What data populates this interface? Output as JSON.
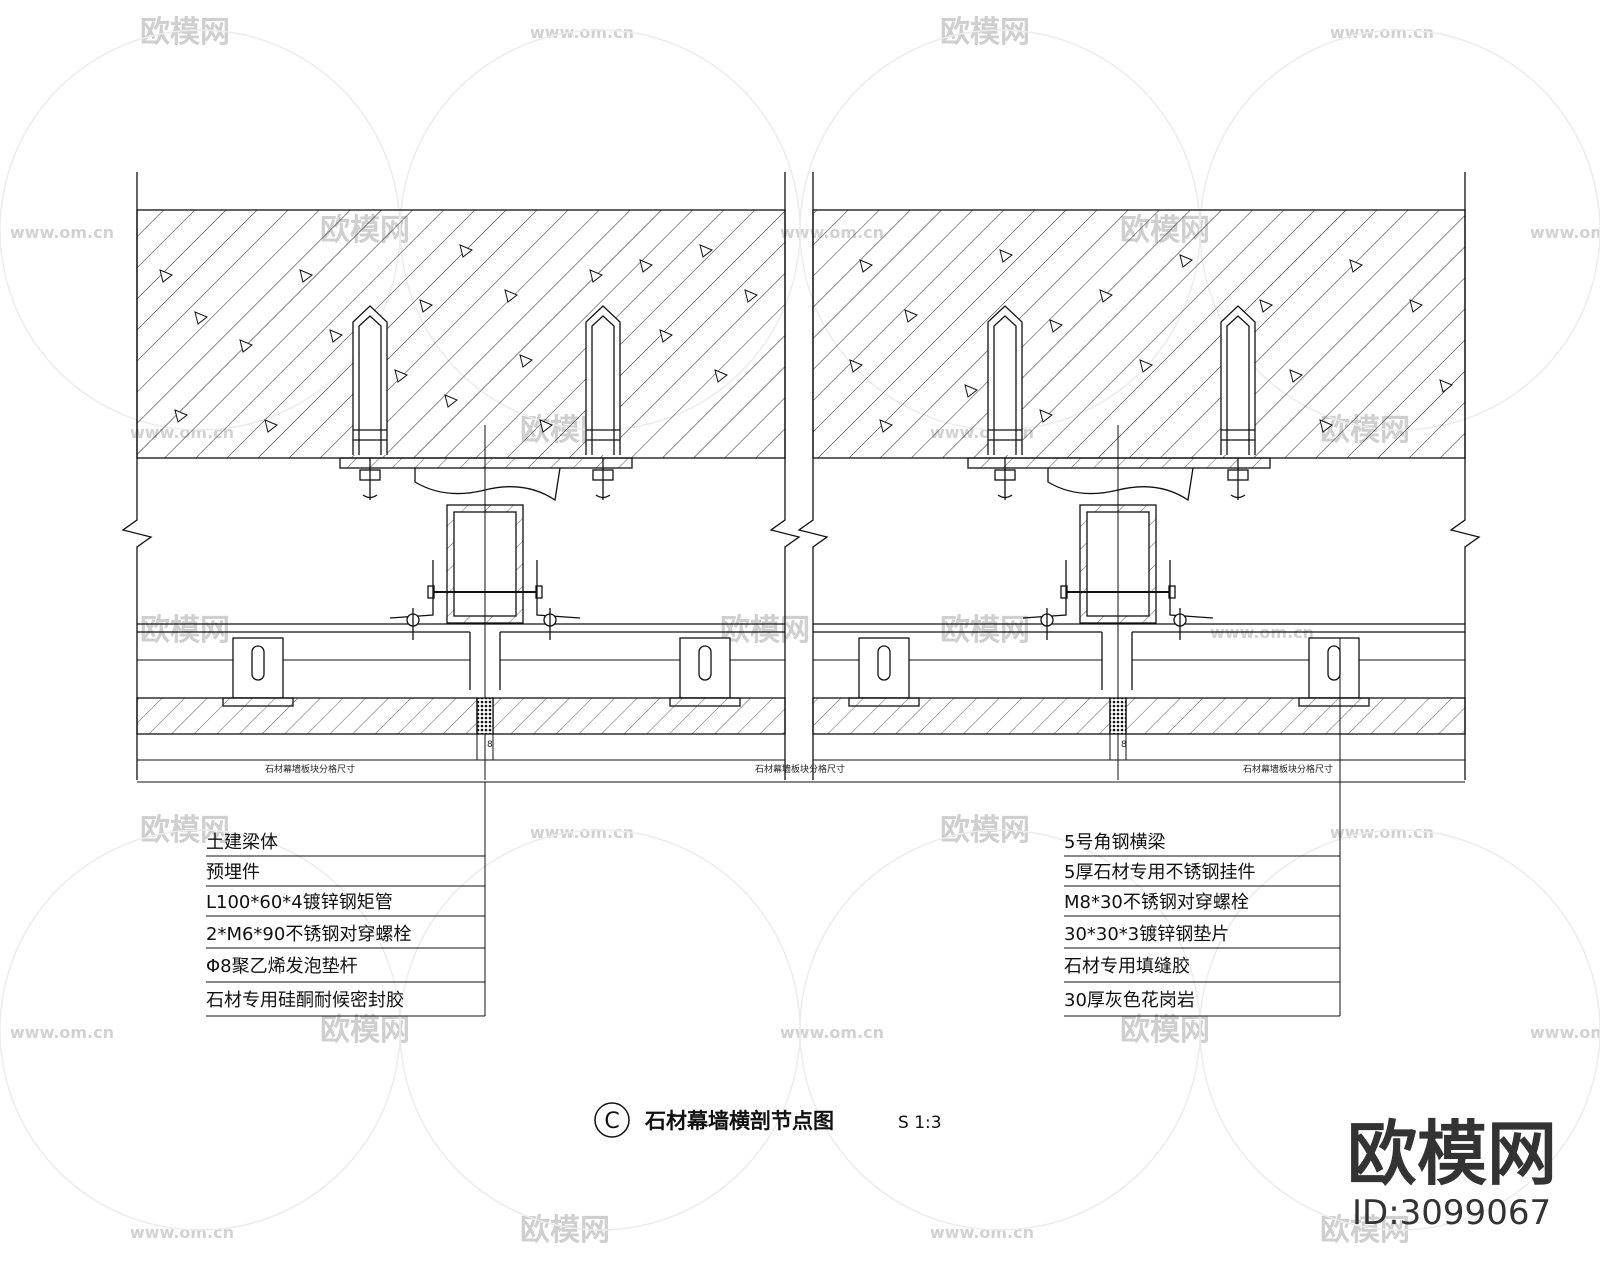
{
  "title": {
    "marker": "C",
    "text": "石材幕墙横剖节点图",
    "scale": "S 1:3"
  },
  "dimensions": {
    "gap": "8",
    "panel_labels": [
      "石材幕墙板块分格尺寸",
      "石材幕墙板块分格尺寸",
      "石材幕墙板块分格尺寸"
    ]
  },
  "legend_left": [
    "土建梁体",
    "预埋件",
    "L100*60*4镀锌钢矩管",
    "2*M6*90不锈钢对穿螺栓",
    "Φ8聚乙烯发泡垫杆",
    "石材专用硅酮耐候密封胶"
  ],
  "legend_right": [
    "5号角钢横梁",
    "5厚石材专用不锈钢挂件",
    "M8*30不锈钢对穿螺栓",
    "30*30*3镀锌钢垫片",
    "石材专用填缝胶",
    "30厚灰色花岗岩"
  ],
  "watermark": {
    "brand": "欧模网",
    "url": "www.om.cn",
    "id": "ID:3099067"
  },
  "colors": {
    "line": "#111111",
    "watermark": "#cfcfcf"
  }
}
